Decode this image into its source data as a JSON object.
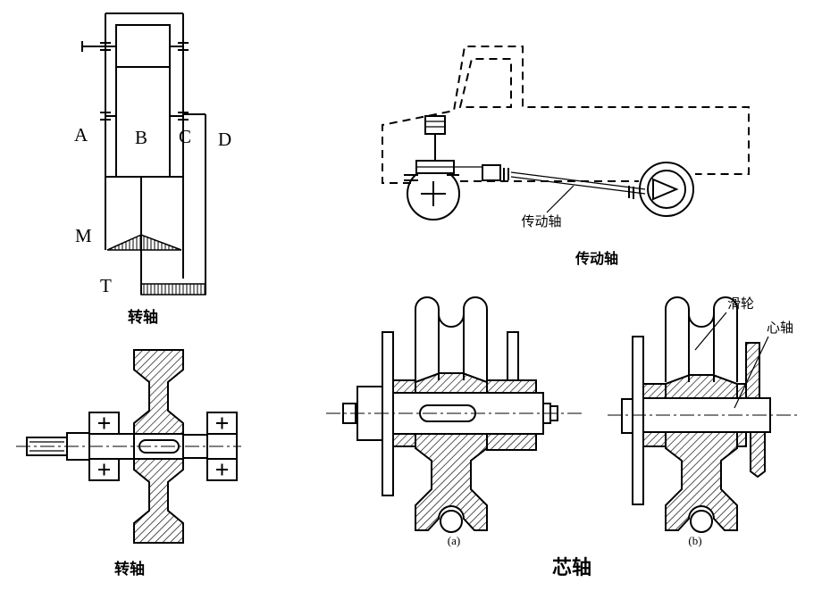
{
  "gearbox": {
    "label_a": "A",
    "label_b": "B",
    "label_c": "C",
    "label_d": "D",
    "label_m": "M",
    "label_t": "T",
    "caption": "转轴"
  },
  "truck": {
    "shaft_label": "传动轴",
    "caption": "传动轴"
  },
  "shaft_gear": {
    "caption": "转轴"
  },
  "spindle": {
    "sub_a": "(a)",
    "sub_b": "(b)",
    "pulley_label": "滑轮",
    "spindle_label": "心轴",
    "caption": "芯轴"
  }
}
